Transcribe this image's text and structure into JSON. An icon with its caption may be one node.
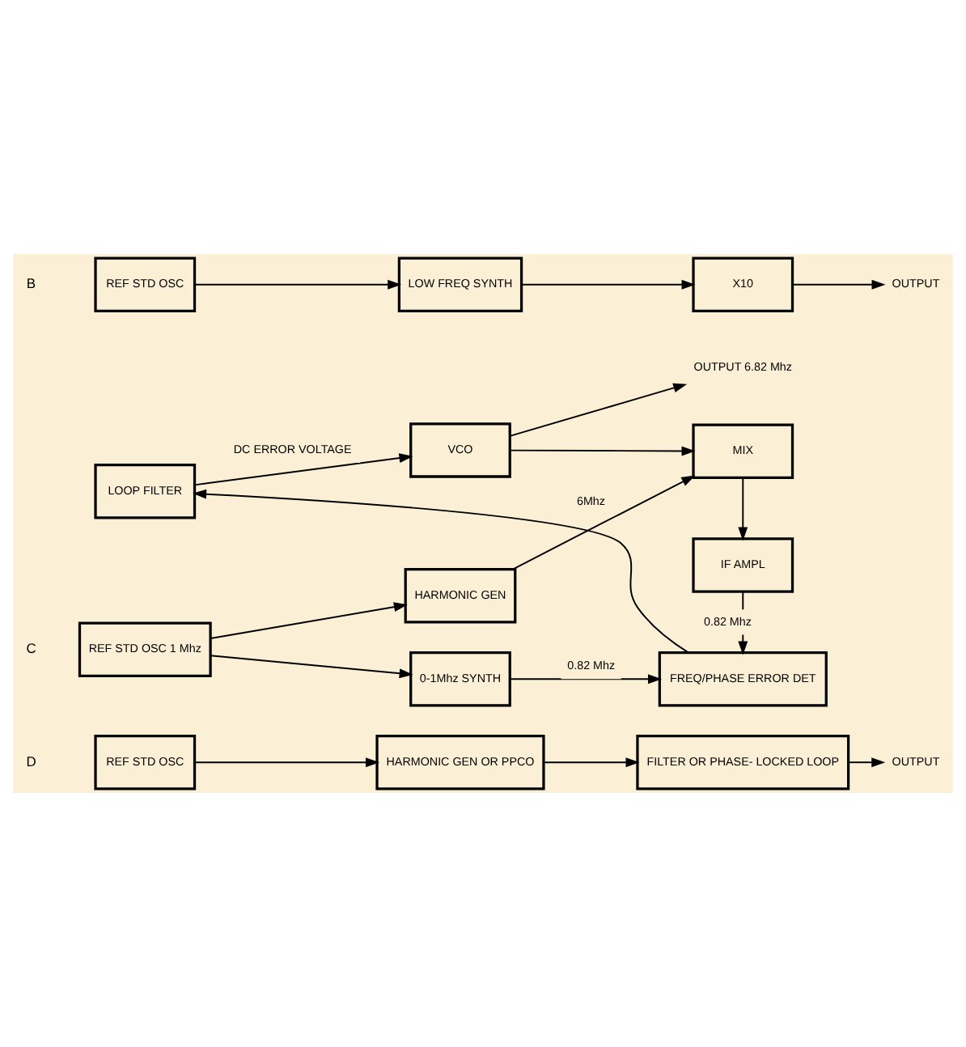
{
  "diagram": {
    "nodes": [
      {
        "text": [
          "REF STD OSC"
        ]
      },
      {
        "text": [
          "LOW FREQ SYNTH"
        ]
      },
      {
        "text": [
          "X10"
        ]
      },
      {
        "text": [
          "OUTPUT"
        ]
      },
      {
        "text": [
          "REF STD OSC 1 Mhz"
        ]
      },
      {
        "text": [
          "HARMONIC GEN"
        ]
      },
      {
        "text": [
          "MIX"
        ]
      },
      {
        "text": [
          "VCO"
        ]
      },
      {
        "text": [
          "OUTPUT 6.82 Mhz"
        ]
      },
      {
        "text": [
          "IF AMPL"
        ]
      },
      {
        "text": [
          "0-1Mhz SYNTH"
        ]
      },
      {
        "text": [
          "FREQ/PHASE ERROR DET"
        ]
      },
      {
        "text": [
          "LOOP FILTER"
        ]
      },
      {
        "text": [
          "REF STD OSC"
        ]
      },
      {
        "text": [
          "HARMONIC GEN OR PPCO"
        ]
      },
      {
        "text": [
          "FILTER OR PHASE- LOCKED LOOP"
        ]
      },
      {
        "text": [
          "OUTPUT"
        ]
      }
    ],
    "edges": [
      {
        "from": 0,
        "to": 1,
        "arrow": "to"
      },
      {
        "from": 1,
        "to": 2,
        "arrow": "to"
      },
      {
        "from": 2,
        "to": 3,
        "arrow": "to"
      },
      {
        "from": 4,
        "to": 5,
        "arrow": "to"
      },
      {
        "from": 4,
        "to": 10,
        "arrow": "to"
      },
      {
        "from": 5,
        "to": 6,
        "label": "6Mhz",
        "arrow": "to"
      },
      {
        "from": 7,
        "to": 6,
        "arrow": "to"
      },
      {
        "from": 7,
        "to": 8,
        "arrow": "to"
      },
      {
        "from": 6,
        "to": 9,
        "arrow": "to"
      },
      {
        "from": 9,
        "to": 11,
        "label": "0.82 Mhz",
        "arrow": "to"
      },
      {
        "from": 10,
        "to": 11,
        "label": "0.82 Mhz",
        "arrow": "to"
      },
      {
        "from": 11,
        "to": 12,
        "arrow": "to"
      },
      {
        "from": 12,
        "to": 7,
        "label": "DC ERROR VOLTAGE",
        "arrow": "to"
      },
      {
        "from": 13,
        "to": 14,
        "arrow": "to"
      },
      {
        "from": 14,
        "to": 15,
        "arrow": "to"
      },
      {
        "from": 15,
        "to": 16,
        "arrow": "to"
      }
    ],
    "labels": [
      "B",
      "C",
      "D"
    ]
  }
}
